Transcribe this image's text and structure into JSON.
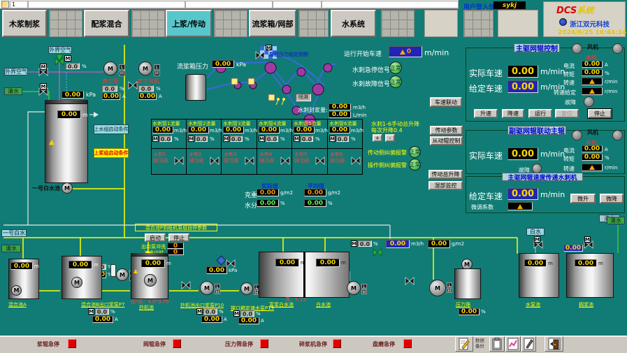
{
  "titlebar": {
    "page": "1"
  },
  "tabs": {
    "t0": "木浆制浆",
    "t1": "配浆混合",
    "t2": "上浆/传动",
    "t3": "流浆箱/网部",
    "t4": "水系统"
  },
  "user": {
    "label": "用户登入信息",
    "value": "sykj"
  },
  "brand": {
    "sys_a": "DCS",
    "sys_b": "系统",
    "company": "浙江双元科技",
    "datetime": "2024/6/25 16:44:14"
  },
  "left": {
    "air_top": "外界空气",
    "air_left": "外界空气",
    "fresh_water": "清水",
    "valve_pct": "0.0",
    "vac_pump": "真空泵",
    "vac_pump_pct": "0.0",
    "vac_pump_amp": "0.00",
    "vac_fan": "真空风机",
    "vac_fan_pct": "0.0",
    "vac_fan_amp": "0.00",
    "pressure": "0.00",
    "pressure_unit": "kPa",
    "level": "0.00",
    "level_unit": "m",
    "water_group_btn": "上水组启动条件",
    "pulp_group_btn": "上浆组启动条件",
    "pool_name": "一号白水池"
  },
  "headbox": {
    "pressure_label": "流浆箱压力",
    "pressure": "0.00",
    "pressure_unit": "kPa",
    "lip_label": "唇板压力给定控制",
    "spray": "喷淋"
  },
  "run": {
    "start_label": "运行开始车速",
    "start": "0",
    "unit": "m/min",
    "estop_label": "水刺急停信号",
    "fault_label": "水刺故障信号",
    "ok": "正常",
    "link_btn": "车速联动",
    "seal_label": "水刺封浆量:",
    "seal_flow": "0.00",
    "seal_flow_unit": "m3/h",
    "seal_flow2": "0.00",
    "seal_flow2_unit": "L/min"
  },
  "grid": {
    "cols": [
      {
        "title": "水刺管1流量",
        "flow": "0.00",
        "unit": "m3/h",
        "m": "M",
        "pct": "0.0",
        "pct_unit": "%",
        "drain1": "水刺1",
        "drain2": "排污阀"
      },
      {
        "title": "水刺管2流量",
        "flow": "0.00",
        "unit": "m3/h",
        "m": "M",
        "pct": "0.0",
        "pct_unit": "%",
        "drain1": "水刺2",
        "drain2": "排污阀"
      },
      {
        "title": "水刺管3流量",
        "flow": "0.00",
        "unit": "m3/h",
        "m": "M",
        "pct": "0.0",
        "pct_unit": "%",
        "drain1": "水刺3",
        "drain2": "排污阀"
      },
      {
        "title": "水刺管4流量",
        "flow": "0.00",
        "unit": "m3/h",
        "m": "M",
        "pct": "0.0",
        "pct_unit": "%",
        "drain1": "水刺4",
        "drain2": "排污阀"
      },
      {
        "title": "水刺管5流量",
        "flow": "0.00",
        "unit": "m3/h",
        "m": "M",
        "pct": "0.0",
        "pct_unit": "%",
        "drain1": "水刺5",
        "drain2": "排污阀"
      },
      {
        "title": "水刺管6流量",
        "flow": "0.00",
        "unit": "m3/h",
        "m": "M",
        "pct": "0.0",
        "pct_unit": "%",
        "drain1": "水刺6",
        "drain2": "排污阀"
      }
    ]
  },
  "manual": {
    "line1": "水刺1-6手动总升降",
    "line2": "每次升降0.4",
    "plus": "+",
    "minus": "-",
    "drive_alarm": "传动侧纠偏报警",
    "oper_alarm": "操作侧纠偏报警",
    "ok": "正常"
  },
  "sidebtns": {
    "params": "传动参数",
    "driven": "从动辊控制",
    "lift": "传动总升降",
    "wet": "湿部监控"
  },
  "quality": {
    "actual": "实际值",
    "avg": "平均值",
    "gsm_label": "克重",
    "gsm": "0.00",
    "gsm_avg": "0.00",
    "gsm_unit": "g/m2",
    "moist_label": "水分",
    "moist": "0.00",
    "moist_avg": "0.00",
    "moist_unit": "%"
  },
  "p1": {
    "title": "主驱网辊控制",
    "fan": "风机",
    "local": "本机",
    "actual_label": "实际车速",
    "actual": "0.00",
    "set_label": "给定车速",
    "set": "0.00",
    "unit": "m/min",
    "cur_label": "电流",
    "cur": "0.00",
    "cur_unit": "A",
    "torq_label": "转矩",
    "torq": "0.00",
    "torq_unit": "%",
    "spd_label": "转速",
    "spd_unit": "r/min",
    "spdset_label": "转速给定",
    "spdset_unit": "r/min",
    "fault": "故障",
    "b_up": "升速",
    "b_down": "降速",
    "b_run": "运行",
    "b_reset": "复位",
    "b_stop": "停止"
  },
  "p2": {
    "title": "副驱网辊联动主辊",
    "fan": "风机",
    "local": "本机",
    "actual_label": "实际车速",
    "actual": "0.00",
    "unit": "m/min",
    "cur_label": "电流",
    "cur": "0.00",
    "cur_unit": "A",
    "torq_label": "转矩",
    "torq": "0.00",
    "torq_unit": "%",
    "fault": "故障",
    "spd_label": "转速",
    "spd_unit": "r/min"
  },
  "p3": {
    "title": "主驱网辊速度传递水刺机",
    "set_label": "给定车速",
    "set": "0.00",
    "unit": "m/min",
    "trim_label": "微调系数",
    "b_up": "微升",
    "b_down": "微降",
    "water": "清水"
  },
  "bottom": {
    "feed1": "一号白水",
    "feed2": "清水",
    "auto_label": "混合池P到纸机泵组自停参数",
    "b_start": "启动",
    "b_stop": "停止",
    "flush_label": "出口泵冲洗",
    "flush": "0",
    "timer_label": "冲洗计时",
    "timer": "0",
    "vfd_pct": "0.0",
    "vfd_val": "0.00",
    "t1_level": "0.00",
    "t1_name": "混合池A",
    "t2_level": "0.00",
    "p7_label": "混合池B出口浆泵P7",
    "p7_pct": "0.0",
    "p7_amp": "0.00",
    "t3_level": "0.00",
    "t3_dim": "径*高：4.0*3.75",
    "t3_name": "抄机池",
    "p10_label": "抄机池出口浆泵P10",
    "p10_pct": "0.0",
    "p10_amp": "0.00",
    "p13_label": "锥口箱定速水泵P13",
    "p13_pct": "0.0",
    "p13_amp": "0.00",
    "kpa": "0.00",
    "kpa_unit": "kPa",
    "wt_l_level": "0.00",
    "wt_r_level": "0.00",
    "wt_height": "高：5.23",
    "wt_l_name": "富浆白水池",
    "wt_r_name": "白水池",
    "bw_pct": "0.0",
    "bw_flow": "0.00",
    "bw_flow_unit": "m3/h",
    "bw_val": "0.00",
    "bw_unit": "g/m2",
    "screen_name": "压力筛",
    "screen_pct": "0.00",
    "white_water": "白水",
    "clean_water": "清水",
    "wv_val": "0.00",
    "t6_level": "0.00",
    "t6_name": "水泵池",
    "t7_level": "0.00",
    "t7_name": "稠浆池"
  },
  "statusbar": {
    "s0": "浆辊急停",
    "s1": "网辊急停",
    "s2": "压力筛急停",
    "s3": "碎浆机急停",
    "s4": "盘磨急停",
    "backup1": "数据",
    "backup2": "备份"
  },
  "misc": {
    "m": "M",
    "l": "L",
    "pct": "%",
    "amp": "A",
    "unit_m": "m"
  }
}
